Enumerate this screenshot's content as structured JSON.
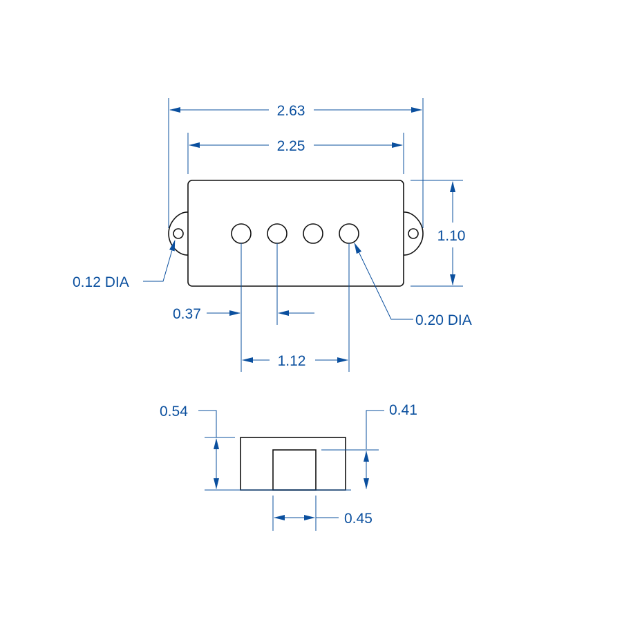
{
  "colors": {
    "background": "#ffffff",
    "outline": "#111111",
    "dimension": "#0a4f9e"
  },
  "top_view": {
    "overall_width": "2.63",
    "body_width": "2.25",
    "height": "1.10",
    "mount_hole": "0.12 DIA",
    "pole_hole": "0.20 DIA",
    "pole_offset": "0.37",
    "pole_span": "1.12"
  },
  "side_view": {
    "overall_height": "0.54",
    "inner_height": "0.41",
    "inner_width": "0.45"
  }
}
